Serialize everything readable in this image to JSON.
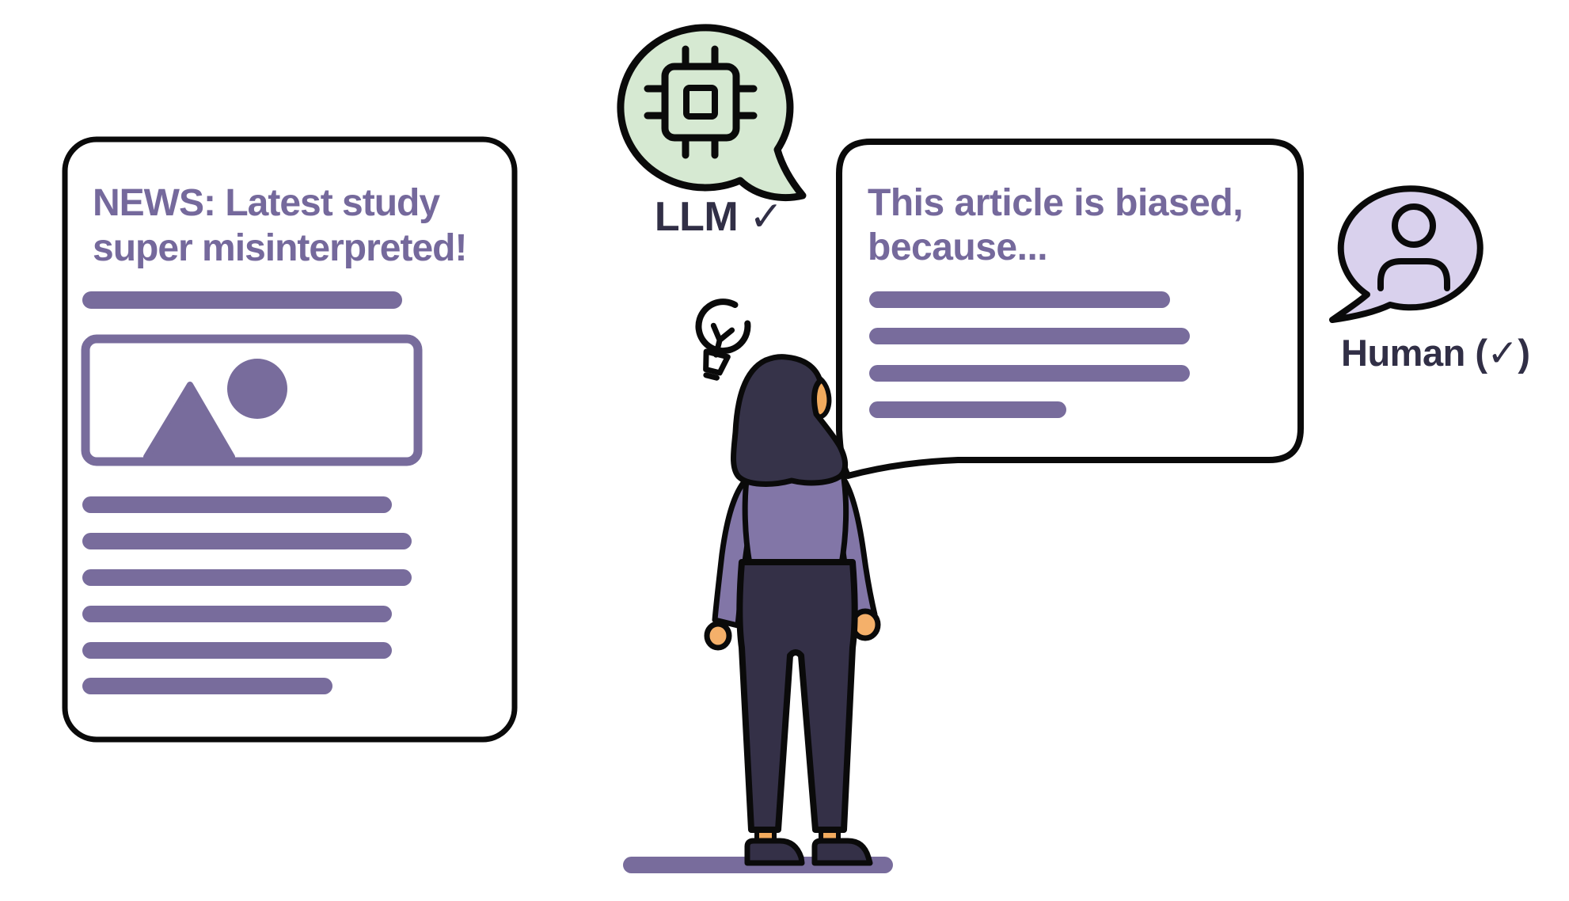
{
  "figure": {
    "news_article": {
      "headline_line1": "NEWS: Latest study",
      "headline_line2": "super misinterpreted!"
    },
    "llm": {
      "label": "LLM ✓"
    },
    "analysis": {
      "headline_line1": "This article is biased,",
      "headline_line2": "because..."
    },
    "human": {
      "label": "Human (✓)"
    }
  },
  "colors": {
    "purple_accent": "#786c9c",
    "purple_text": "#75699c",
    "dark_text": "#312f46",
    "outline_black": "#0a0a0a",
    "llm_bubble_green": "#d6e9d2",
    "human_bubble_lavender": "#d9d1ed",
    "card_background": "#ffffff",
    "skin": "#f2ab5e",
    "hand_skin": "#f4b06a",
    "hijab_navy": "#363349",
    "pants_navy": "#343047",
    "shirt_purple": "#8276a7"
  }
}
